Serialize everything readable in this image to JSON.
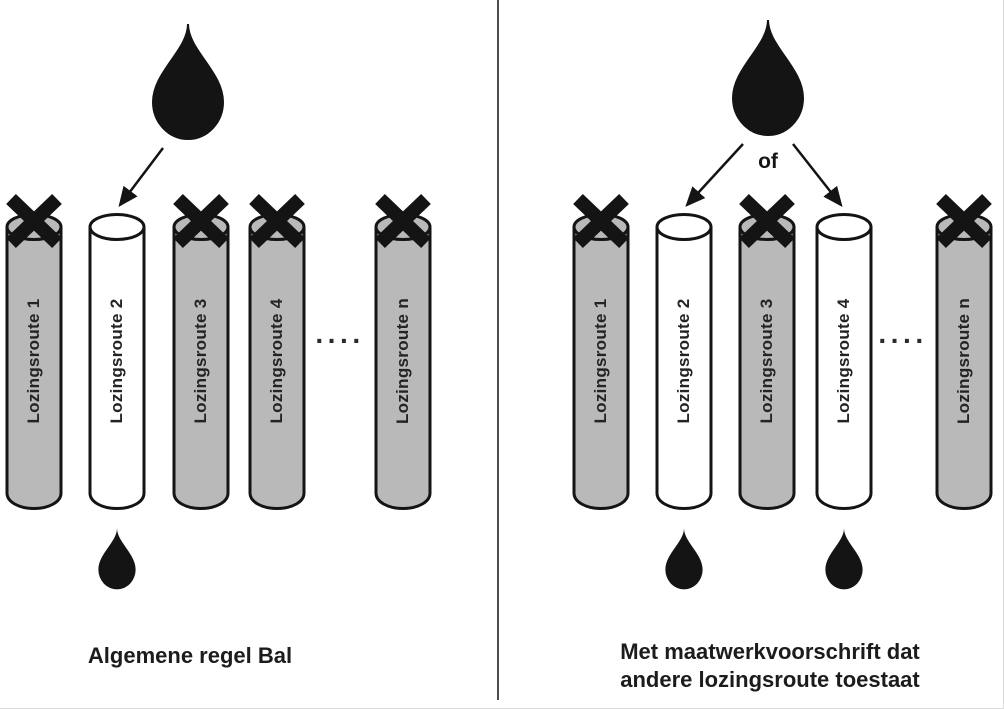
{
  "figure": {
    "panels": [
      {
        "caption_lines": [
          "Algemene regel Bal"
        ],
        "or_label": "",
        "dots": "····",
        "routes": [
          {
            "label": "Lozingsroute 1",
            "state": "blocked",
            "drop_below": false
          },
          {
            "label": "Lozingsroute 2",
            "state": "open",
            "drop_below": true
          },
          {
            "label": "Lozingsroute 3",
            "state": "blocked",
            "drop_below": false
          },
          {
            "label": "Lozingsroute 4",
            "state": "blocked",
            "drop_below": false
          },
          {
            "label": "Lozingsroute n",
            "state": "blocked",
            "drop_below": false
          }
        ]
      },
      {
        "caption_lines": [
          "Met maatwerkvoorschrift dat",
          "andere lozingsroute toestaat"
        ],
        "or_label": "of",
        "dots": "····",
        "routes": [
          {
            "label": "Lozingsroute 1",
            "state": "blocked",
            "drop_below": false
          },
          {
            "label": "Lozingsroute 2",
            "state": "open",
            "drop_below": true
          },
          {
            "label": "Lozingsroute 3",
            "state": "blocked",
            "drop_below": false
          },
          {
            "label": "Lozingsroute 4",
            "state": "open",
            "drop_below": true
          },
          {
            "label": "Lozingsroute n",
            "state": "blocked",
            "drop_below": false
          }
        ]
      }
    ],
    "colors": {
      "blocked_fill": "#b9b9b9",
      "open_fill": "#ffffff",
      "ink": "#141414",
      "text": "#242424"
    }
  }
}
